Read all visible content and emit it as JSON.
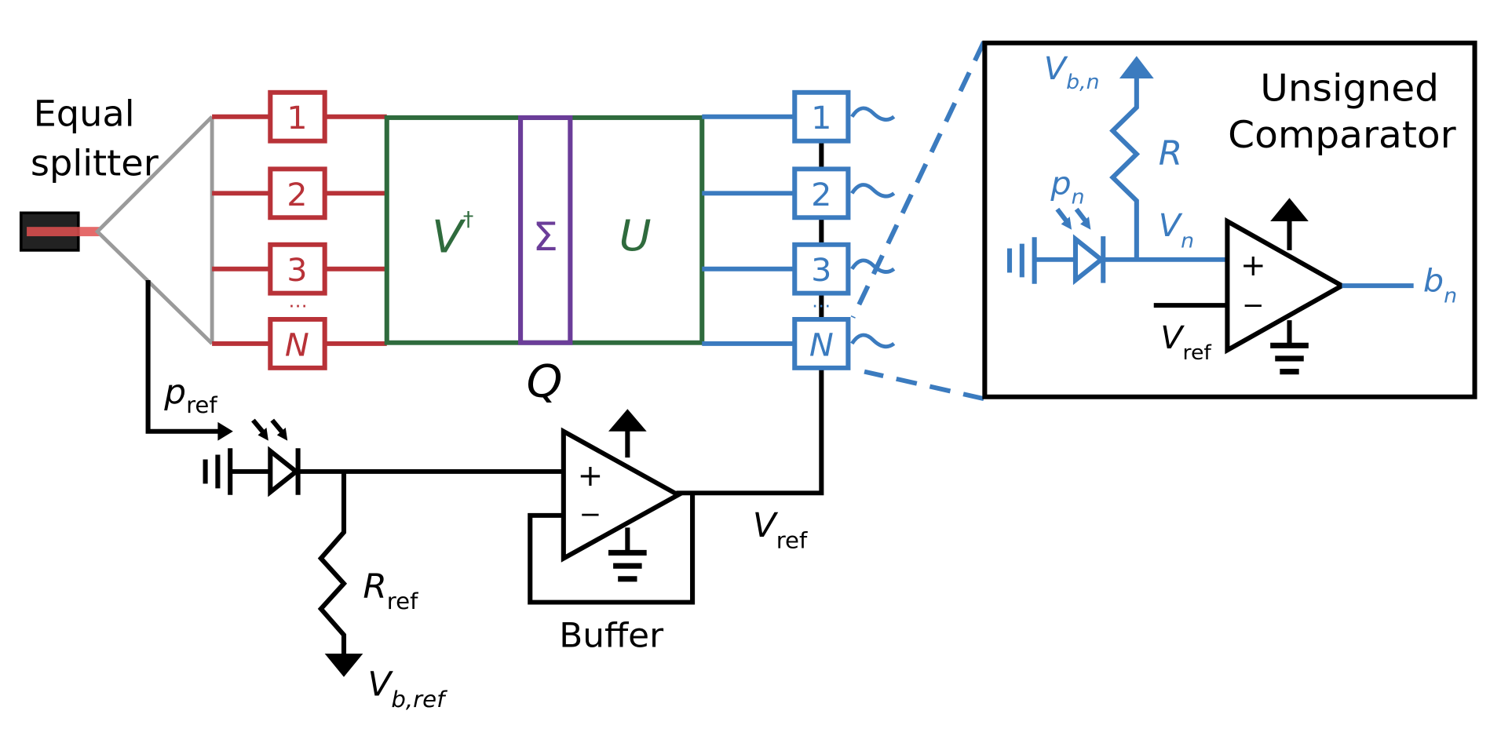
{
  "colors": {
    "red": "#b83238",
    "green": "#2f6b3d",
    "purple": "#6b3d99",
    "blue": "#3b7bbf",
    "gray": "#9a9a9a",
    "black": "#000000"
  },
  "splitter": {
    "label_line1": "Equal",
    "label_line2": "splitter"
  },
  "input_ports": [
    "1",
    "2",
    "3",
    "N"
  ],
  "output_ports": [
    "1",
    "2",
    "3",
    "N"
  ],
  "ellipsis": "⋯",
  "mesh": {
    "v_dagger": "V",
    "dagger": "†",
    "sigma": "Σ",
    "u": "U",
    "q": "Q"
  },
  "reference": {
    "p": "p",
    "p_sub": "ref",
    "r": "R",
    "r_sub": "ref",
    "vb": "V",
    "vb_sub": "b,ref",
    "vref": "V",
    "vref_sub": "ref",
    "buffer": "Buffer",
    "plus": "+",
    "minus": "−"
  },
  "inset": {
    "title_line1": "Unsigned",
    "title_line2": "Comparator",
    "vb": "V",
    "vb_sub": "b,n",
    "r": "R",
    "p": "p",
    "p_sub": "n",
    "v": "V",
    "v_sub": "n",
    "vref": "V",
    "vref_sub": "ref",
    "b": "b",
    "b_sub": "n",
    "plus": "+",
    "minus": "−"
  }
}
